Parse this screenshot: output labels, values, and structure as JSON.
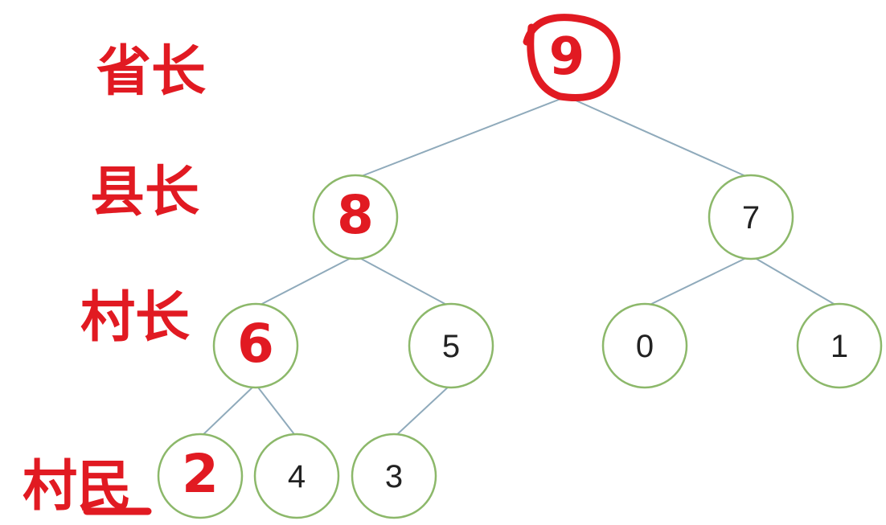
{
  "diagram": {
    "type": "binary-tree",
    "nodes": [
      {
        "id": "n9",
        "label": "9",
        "annotated": true
      },
      {
        "id": "n8",
        "label": "8",
        "annotated": true
      },
      {
        "id": "n7",
        "label": "7",
        "annotated": false
      },
      {
        "id": "n6",
        "label": "6",
        "annotated": true
      },
      {
        "id": "n5",
        "label": "5",
        "annotated": false
      },
      {
        "id": "n0",
        "label": "0",
        "annotated": false
      },
      {
        "id": "n1",
        "label": "1",
        "annotated": false
      },
      {
        "id": "n2",
        "label": "2",
        "annotated": true
      },
      {
        "id": "n4",
        "label": "4",
        "annotated": false
      },
      {
        "id": "n3",
        "label": "3",
        "annotated": false
      }
    ],
    "edges": [
      [
        "n9",
        "n8"
      ],
      [
        "n9",
        "n7"
      ],
      [
        "n8",
        "n6"
      ],
      [
        "n8",
        "n5"
      ],
      [
        "n7",
        "n0"
      ],
      [
        "n7",
        "n1"
      ],
      [
        "n6",
        "n2"
      ],
      [
        "n6",
        "n4"
      ],
      [
        "n5",
        "n3"
      ]
    ]
  },
  "side_labels": [
    {
      "text": "省长"
    },
    {
      "text": "县长"
    },
    {
      "text": "村长"
    },
    {
      "text": "村民"
    }
  ],
  "colors": {
    "node_border": "#8cb86a",
    "edge": "#8faabb",
    "annotation": "#e11a22",
    "text": "#222222"
  }
}
